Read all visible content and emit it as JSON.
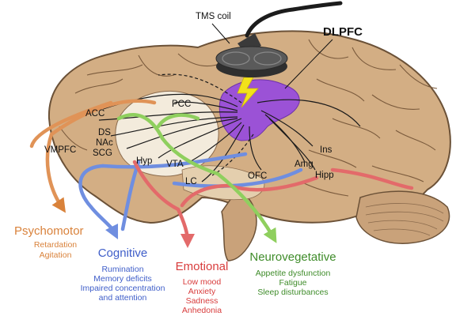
{
  "device": {
    "coil_label": "TMS coil",
    "target_label": "DLPFC"
  },
  "regions": {
    "acc": "ACC",
    "pcc": "PCC",
    "ds": "DS",
    "nac": "NAc",
    "scg": "SCG",
    "vmpfc": "VMPFC",
    "hyp": "Hyp",
    "vta": "VTA",
    "lc": "LC",
    "ofc": "OFC",
    "ins": "Ins",
    "amg": "Amg",
    "hipp": "Hipp"
  },
  "categories": {
    "psychomotor": {
      "title": "Psychomotor",
      "items": [
        "Retardation",
        "Agitation"
      ],
      "color": "#d9823b"
    },
    "cognitive": {
      "title": "Cognitive",
      "items": [
        "Rumination",
        "Memory deficits",
        "Impaired concentration",
        "and attention"
      ],
      "color": "#3f5ec9"
    },
    "emotional": {
      "title": "Emotional",
      "items": [
        "Low mood",
        "Anxiety",
        "Sadness",
        "Anhedonia"
      ],
      "color": "#d83c3c"
    },
    "neurovegetative": {
      "title": "Neurovegetative",
      "items": [
        "Appetite dysfunction",
        "Fatigue",
        "Sleep disturbances"
      ],
      "color": "#3f8c2a"
    }
  },
  "colors": {
    "brain": "#d3ae84",
    "brain_outline": "#6b5137",
    "dlpfc": "#9b52d6",
    "coil": "#4a4a4a",
    "pulse": "#f2e21b",
    "connection": "#1a1a1a"
  }
}
